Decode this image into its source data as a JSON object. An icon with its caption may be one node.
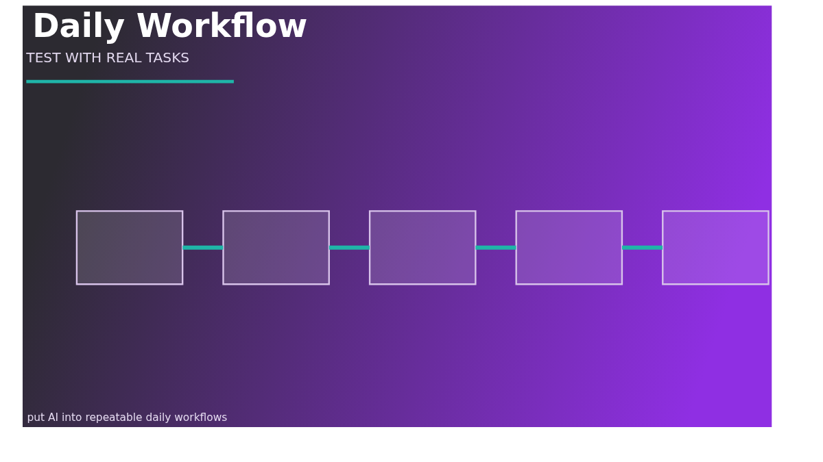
{
  "diagram": {
    "title": "Daily Workflow",
    "nodes": [
      {
        "text": [],
        "shape": "box"
      },
      {
        "text": [],
        "shape": "box"
      },
      {
        "text": [],
        "shape": "box"
      },
      {
        "text": [],
        "shape": "box"
      },
      {
        "text": [],
        "shape": "box"
      }
    ],
    "edges": [
      {
        "from": 0,
        "to": 1,
        "arrow": "none"
      },
      {
        "from": 1,
        "to": 2,
        "arrow": "none"
      },
      {
        "from": 2,
        "to": 3,
        "arrow": "none"
      },
      {
        "from": 3,
        "to": 4,
        "arrow": "none"
      }
    ],
    "labels": [
      "TEST WITH REAL TASKS",
      "put AI into repeatable daily workflows"
    ]
  }
}
